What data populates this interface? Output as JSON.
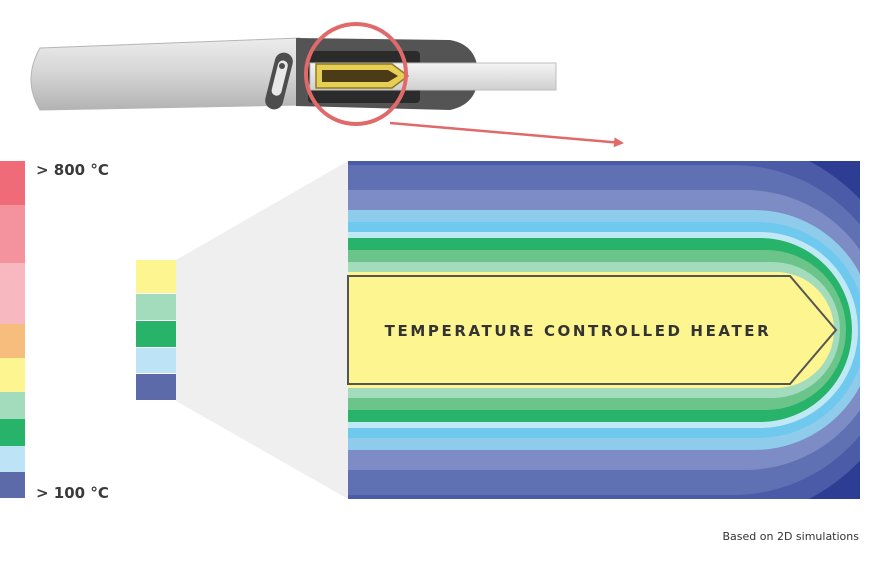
{
  "scale": {
    "top_label": "> 800 °C",
    "bottom_label": "> 100 °C",
    "colors": [
      "#ef6b78",
      "#f4929d",
      "#f7b8c0",
      "#f7bd7c",
      "#fdf58f",
      "#a3dcbc",
      "#27b36a",
      "#bde3f6",
      "#5d6aaa"
    ]
  },
  "zoom_swatches": [
    "#fdf58f",
    "#a3dcbc",
    "#27b36a",
    "#bde3f6",
    "#5d6aaa"
  ],
  "heatmap": {
    "heater_label": "TEMPERATURE CONTROLLED HEATER",
    "band_colors": [
      "#2e3d94",
      "#4b5ba7",
      "#5f70b3",
      "#7d8cc4",
      "#8fcbea",
      "#6fc8ee",
      "#c1e8f5",
      "#27b36a",
      "#6bc48a",
      "#a3dcbc",
      "#fdf58f"
    ]
  },
  "device": {
    "body_color": "#dcdcdc",
    "cap_color": "#4a4a4a",
    "blade_color": "#e6cf55",
    "highlight_circle_color": "#e06a6a"
  },
  "footnote": "Based on 2D simulations"
}
